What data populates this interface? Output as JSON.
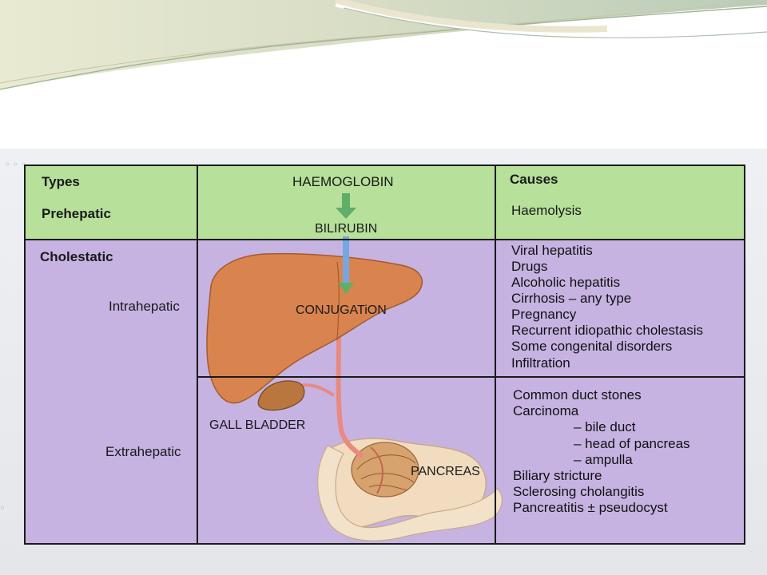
{
  "table": {
    "headers": {
      "types": "Types",
      "causes": "Causes"
    },
    "prehepatic": {
      "label": "Prehepatic",
      "cause": "Haemolysis"
    },
    "cholestatic": {
      "label": "Cholestatic",
      "intrahepatic": {
        "label": "Intrahepatic",
        "causes": [
          "Viral hepatitis",
          "Drugs",
          "Alcoholic hepatitis",
          "Cirrhosis – any type",
          "Pregnancy",
          "Recurrent idiopathic cholestasis",
          "Some congenital disorders",
          "Infiltration"
        ]
      },
      "extrahepatic": {
        "label": "Extrahepatic",
        "causes_top": [
          "Common duct stones",
          "Carcinoma"
        ],
        "carcinoma_sub": [
          "– bile duct",
          "– head of pancreas",
          "– ampulla"
        ],
        "causes_bottom": [
          "Biliary stricture",
          "Sclerosing cholangitis",
          "Pancreatitis ± pseudocyst"
        ]
      }
    },
    "diagram": {
      "haemoglobin": "HAEMOGLOBIN",
      "bilirubin": "BILIRUBIN",
      "conjugation": "CONJUGATiON",
      "gall_bladder": "GALL BLADDER",
      "pancreas": "PANCREAS"
    }
  },
  "colors": {
    "green_band": "#b7e09a",
    "purple_band": "#c6b3e2",
    "liver": "#d9844e",
    "gall_bladder": "#b9773f",
    "pancreas": "#f1dcc0",
    "bile_duct": "#e88a80",
    "arrow_green": "#5fae6a",
    "arrow_blue": "#77a7e0"
  }
}
